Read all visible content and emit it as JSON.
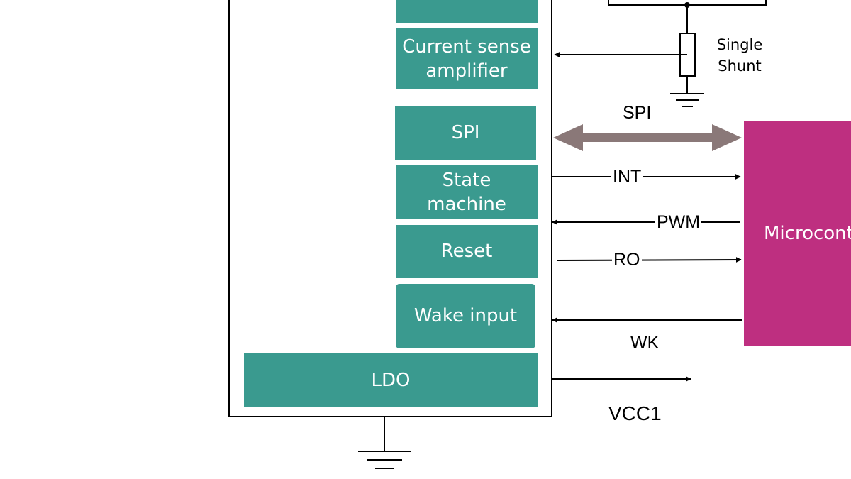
{
  "blocks": {
    "current_sense": [
      "Current sense",
      "amplifier"
    ],
    "spi": "SPI",
    "state_machine": [
      "State",
      "machine"
    ],
    "reset": "Reset",
    "wake_input": "Wake input",
    "ldo": "LDO"
  },
  "microcontroller": {
    "label": "Microcont"
  },
  "shunt_label": [
    "Single",
    "Shunt"
  ],
  "signals": {
    "spi": "SPI",
    "int": "INT",
    "pwm": "PWM",
    "ro": "RO",
    "wk": "WK",
    "vcc1": "VCC1"
  },
  "colors": {
    "block": "#3a9a8f",
    "microcontroller": "#be2f80",
    "spi_bus": "#8a7878",
    "line": "#000000"
  }
}
